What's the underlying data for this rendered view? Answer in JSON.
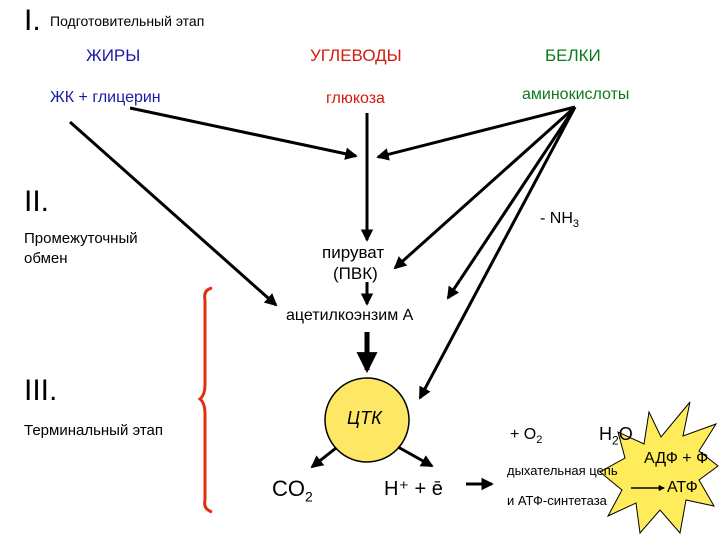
{
  "stages": {
    "stage1_num": "I.",
    "stage1_label": "Подготовительный этап",
    "stage2_num": "II.",
    "stage2_label": "Промежуточный обмен",
    "stage3_num": "III.",
    "stage3_label": "Терминальный этап"
  },
  "classes": {
    "fats": "ЖИРЫ",
    "carbs": "УГЛЕВОДЫ",
    "proteins": "БЕЛКИ"
  },
  "monomers": {
    "fats": "ЖК + глицерин",
    "carbs": "глюкоза",
    "proteins": "аминокислоты"
  },
  "intermediates": {
    "deamination": "- NH",
    "deamination_sub": "3",
    "pyruvate": "пируват",
    "pyruvate_abbr": "(ПВК)",
    "acetyl_coa": "ацетилкоэнзим А",
    "tca": "ЦТК"
  },
  "products": {
    "co2": "CO",
    "co2_sub": "2",
    "h_electron": "H⁺ + ē",
    "o2": "+ O",
    "o2_sub": "2",
    "water": "H",
    "water_sub": "2",
    "water_tail": "O",
    "resp_chain": "дыхательная цепь",
    "atp_synthase": "и АТФ-синтетаза",
    "adp": "АДФ + Ф",
    "atp": "АТФ"
  },
  "colors": {
    "fats": "#1a1aa6",
    "carbs": "#d11a0c",
    "proteins": "#0d7a1d",
    "bracket": "#e03010",
    "tca_fill": "#ffe766",
    "star_fill": "#ffec5a"
  }
}
